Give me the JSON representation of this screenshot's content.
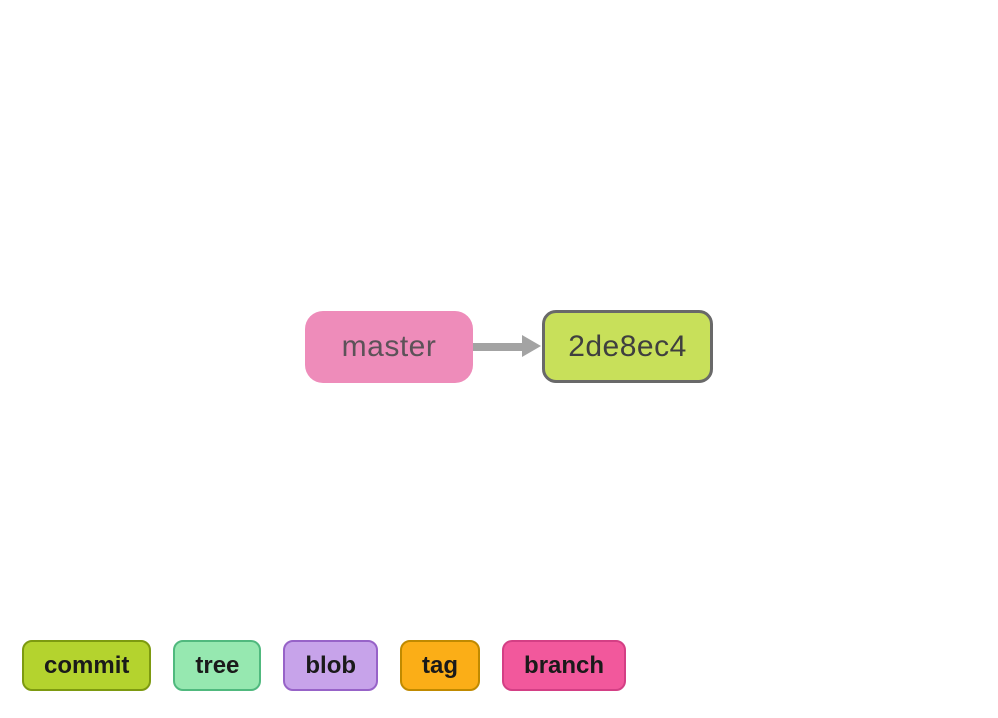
{
  "graph": {
    "branch": {
      "label": "master",
      "fill": "#ee8cba",
      "text_color": "#5c5258"
    },
    "commit": {
      "label": "2de8ec4",
      "fill": "#c8e05a",
      "border": "#696969",
      "text_color": "#3f3f3f"
    },
    "arrow": {
      "icon": "arrow-right-icon",
      "color": "#a3a3a3"
    }
  },
  "legend": {
    "items": [
      {
        "label": "commit",
        "fill": "#b4d32e",
        "border": "#7d9a10"
      },
      {
        "label": "tree",
        "fill": "#96e8b0",
        "border": "#50b97e"
      },
      {
        "label": "blob",
        "fill": "#c7a3ea",
        "border": "#9763c8"
      },
      {
        "label": "tag",
        "fill": "#fbae17",
        "border": "#c08a00"
      },
      {
        "label": "branch",
        "fill": "#f2589c",
        "border": "#d43f85"
      }
    ]
  }
}
